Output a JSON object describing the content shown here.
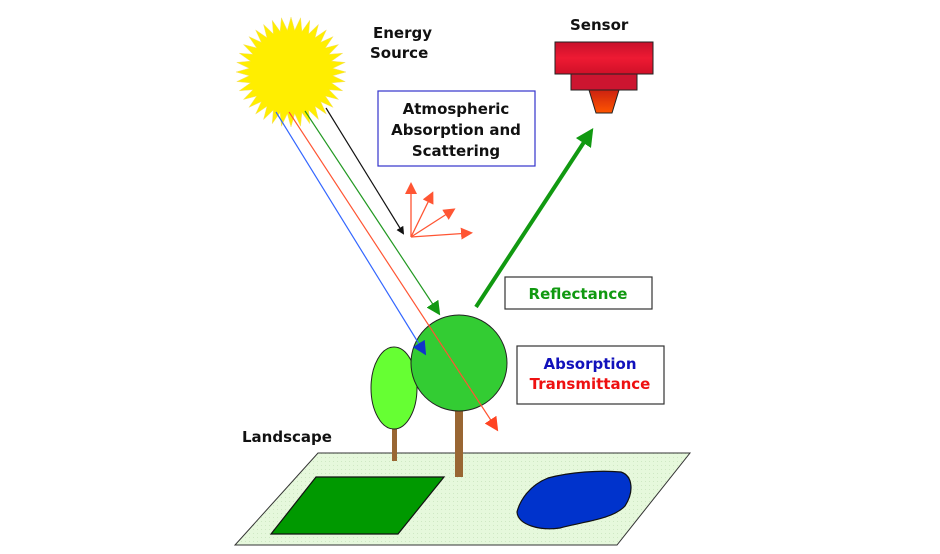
{
  "title": "Remote Sensing Process",
  "labels": {
    "energy_source_line1": "Energy",
    "energy_source_line2": "Source",
    "sensor": "Sensor",
    "atmosphere_line1": "Atmospheric",
    "atmosphere_line2": "Absorption and",
    "atmosphere_line3": "Scattering",
    "reflectance": "Reflectance",
    "absorption": "Absorption",
    "transmittance": "Transmittance",
    "landscape": "Landscape"
  },
  "colors": {
    "sun": "#ffee00",
    "sensor": "#d8102a",
    "sensor_tip": "#ff4400",
    "atmosphere_box_border": "#3333cc",
    "reflectance_text": "#119911",
    "absorption_text": "#1111bb",
    "transmittance_text": "#ee1111",
    "ray_blue": "#3366ff",
    "ray_red": "#ff5533",
    "ray_green": "#229922",
    "ray_black": "#111111",
    "scatter": "#ff5533",
    "tree_big": "#33cc33",
    "tree_small": "#66ff33",
    "trunk": "#996633",
    "ground": "#e4f7d8",
    "field": "#009900",
    "lake": "#0033cc"
  }
}
